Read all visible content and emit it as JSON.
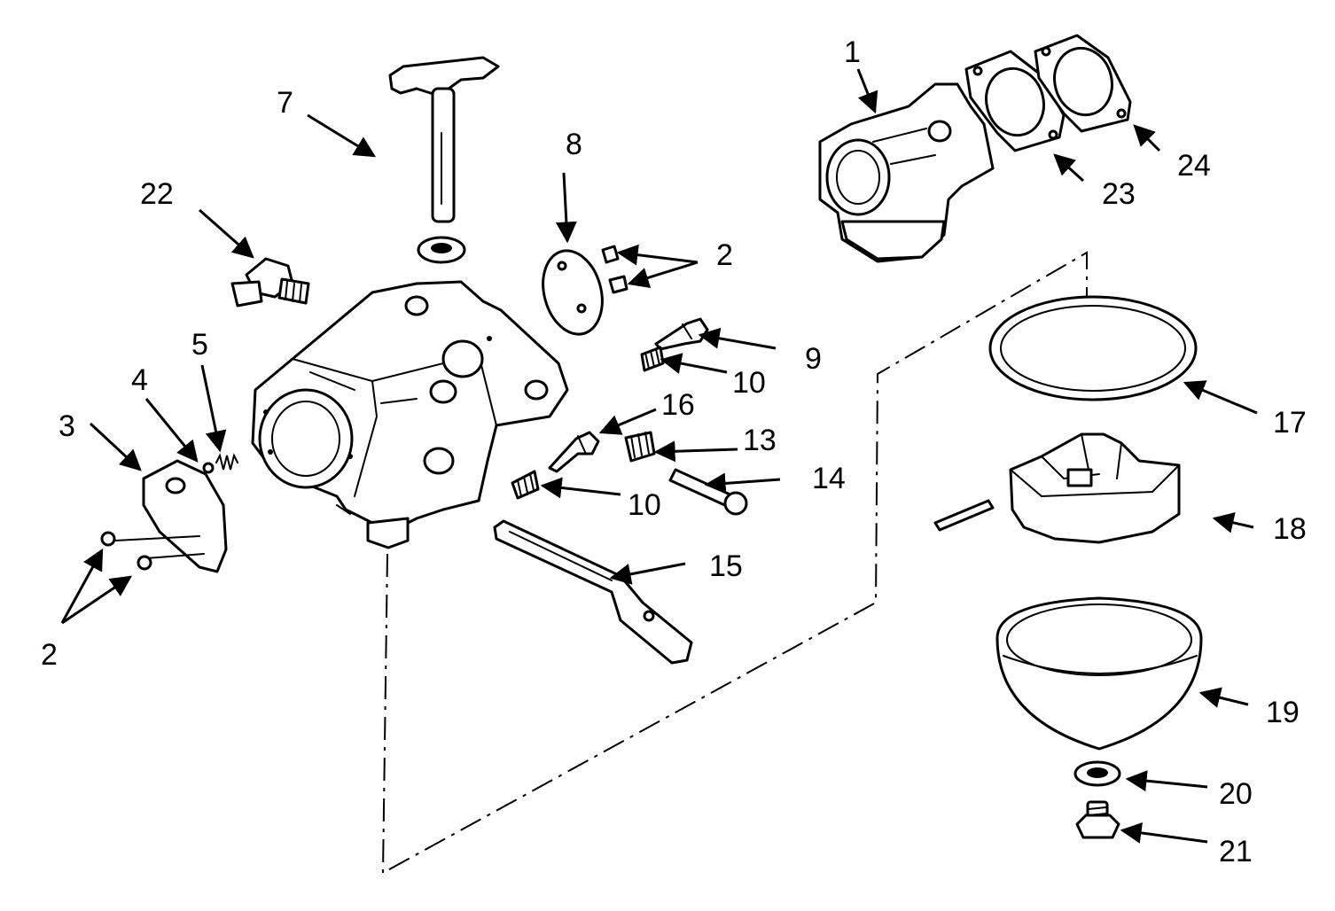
{
  "labels": {
    "l1": "1",
    "l2a": "2",
    "l2b": "2",
    "l3": "3",
    "l4": "4",
    "l5": "5",
    "l7": "7",
    "l8": "8",
    "l9": "9",
    "l10a": "10",
    "l10b": "10",
    "l13": "13",
    "l14": "14",
    "l15": "15",
    "l16": "16",
    "l17": "17",
    "l18": "18",
    "l19": "19",
    "l20": "20",
    "l21": "21",
    "l22": "22",
    "l23": "23",
    "l24": "24"
  }
}
